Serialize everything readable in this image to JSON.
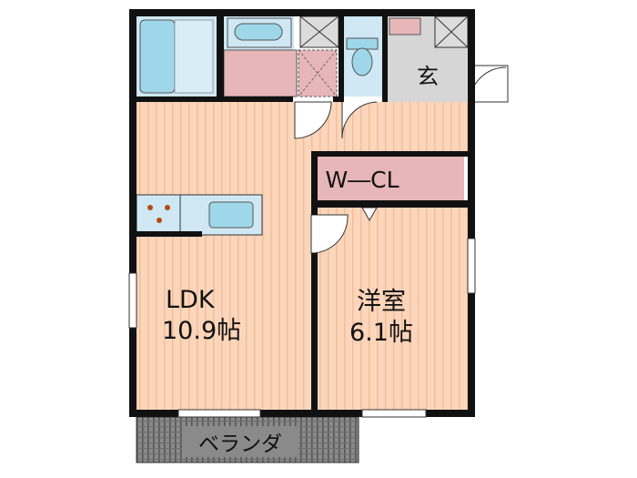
{
  "rooms": {
    "ldk": {
      "name": "LDK",
      "size": "10.9帖"
    },
    "western": {
      "name": "洋室",
      "size": "6.1帖"
    },
    "walk_in_closet": {
      "name": "W―CL"
    },
    "entrance": {
      "name": "玄"
    },
    "balcony": {
      "name": "ベランダ"
    }
  },
  "colors": {
    "floor_wood": "#fbd6bb",
    "floor_stripe": "#f3b995",
    "wet_area": "#cfe8f3",
    "fixture_blue": "#9fd7ea",
    "closet_pink": "#e7b6b9",
    "entrance_gray": "#d6d6d6",
    "balcony_gray": "#8a8a8a",
    "wall": "#111111"
  }
}
